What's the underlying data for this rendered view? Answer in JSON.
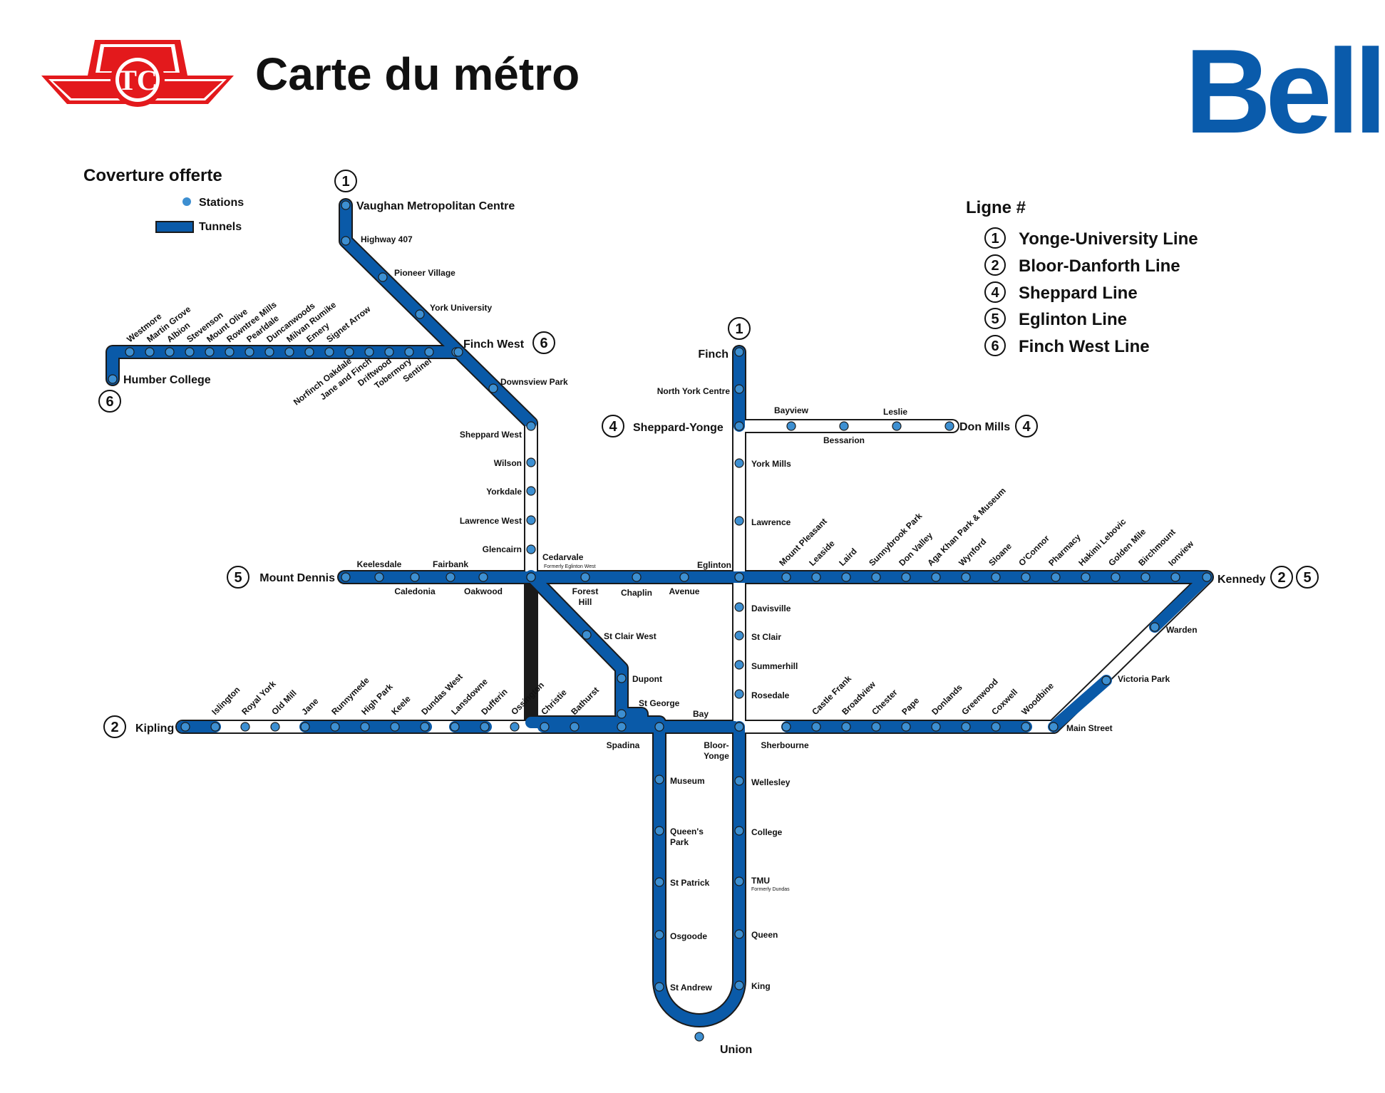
{
  "header": {
    "title": "Carte du métro",
    "brand": "Bell"
  },
  "legend": {
    "heading": "Coverture offerte",
    "stations_label": "Stations",
    "tunnels_label": "Tunnels"
  },
  "lines_legend": {
    "heading": "Ligne #",
    "items": [
      {
        "num": "1",
        "name": "Yonge-University Line"
      },
      {
        "num": "2",
        "name": "Bloor-Danforth Line"
      },
      {
        "num": "4",
        "name": "Sheppard Line"
      },
      {
        "num": "5",
        "name": "Eglinton Line"
      },
      {
        "num": "6",
        "name": "Finch West Line"
      }
    ]
  },
  "colors": {
    "tunnel": "#0a5aa8",
    "station": "#3d8fd1",
    "brand_red": "#e3191c",
    "bell_blue": "#0a5bab"
  },
  "icons": {
    "ttc_logo": "ttc-logo",
    "bell_logo": "bell-wordmark"
  },
  "line_numbers": {
    "one": "1",
    "two": "2",
    "four": "4",
    "five": "5",
    "six": "6"
  },
  "stations": {
    "line1_west": [
      "Vaughan Metropolitan Centre",
      "Highway 407",
      "Pioneer Village",
      "York University",
      "Finch West",
      "Downsview Park",
      "Sheppard West",
      "Wilson",
      "Yorkdale",
      "Lawrence West",
      "Glencairn",
      "Cedarvale",
      "St Clair West",
      "Dupont",
      "St George",
      "Spadina",
      "Museum",
      "Queen's",
      "Park",
      "St Patrick",
      "Osgoode",
      "St Andrew",
      "Union"
    ],
    "cedarvale_note": "Formerly Eglinton West",
    "line1_east": [
      "Finch",
      "North York Centre",
      "Sheppard-Yonge",
      "York Mills",
      "Lawrence",
      "Eglinton",
      "Davisville",
      "St Clair",
      "Summerhill",
      "Rosedale",
      "Bloor-",
      "Yonge",
      "Wellesley",
      "College",
      "TMU",
      "Queen",
      "King"
    ],
    "tmu_note": "Formerly Dundas",
    "line6": [
      "Humber College",
      "Westmore",
      "Martin Grove",
      "Albion",
      "Stevenson",
      "Mount Olive",
      "Rowntree Mills",
      "Pearldale",
      "Duncanwoods",
      "Milvan Rumike",
      "Emery",
      "Signet Arrow",
      "Norfinch Oakdale",
      "Jane and Finch",
      "Driftwood",
      "Tobermory",
      "Sentinel"
    ],
    "line4": [
      "Bayview",
      "Bessarion",
      "Leslie",
      "Don Mills"
    ],
    "line5": [
      "Mount Dennis",
      "Keelesdale",
      "Caledonia",
      "Fairbank",
      "Oakwood",
      "Forest",
      "Hill",
      "Chaplin",
      "Avenue",
      "Mount Pleasant",
      "Leaside",
      "Laird",
      "Sunnybrook Park",
      "Don Valley",
      "Aga Khan Park & Museum",
      "Wynford",
      "Sloane",
      "O'Connor",
      "Pharmacy",
      "Hakimi Lebovic",
      "Golden Mile",
      "Birchmount",
      "Ionview",
      "Kennedy"
    ],
    "line2": [
      "Kipling",
      "Islington",
      "Royal York",
      "Old Mill",
      "Jane",
      "Runnymede",
      "High Park",
      "Keele",
      "Dundas West",
      "Lansdowne",
      "Dufferin",
      "Ossington",
      "Christie",
      "Bathurst",
      "Bay",
      "Sherbourne",
      "Castle Frank",
      "Broadview",
      "Chester",
      "Pape",
      "Donlands",
      "Greenwood",
      "Coxwell",
      "Woodbine",
      "Main Street",
      "Victoria Park",
      "Warden"
    ]
  }
}
